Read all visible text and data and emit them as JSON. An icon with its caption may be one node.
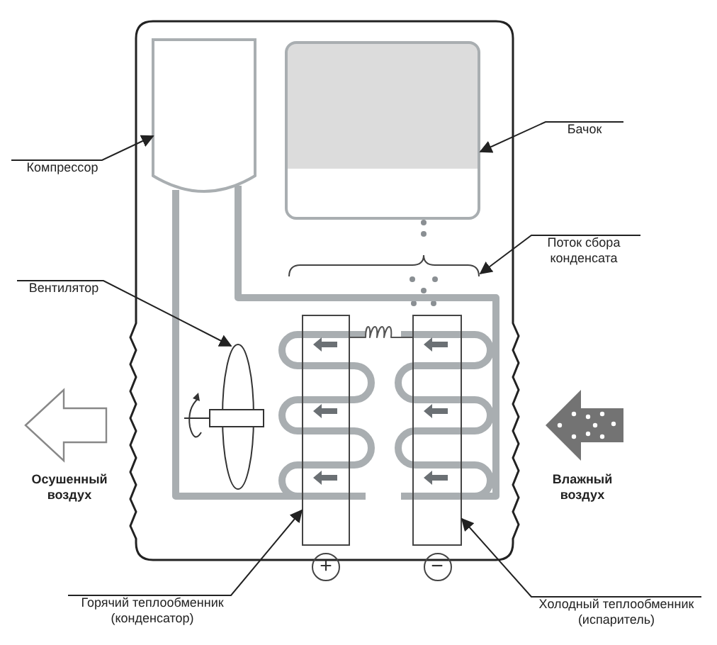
{
  "diagram": {
    "nodes": [
      {
        "text": [
          "Компрессор"
        ]
      },
      {
        "text": [],
        "shape": "box"
      },
      {
        "text": [
          "Бачок"
        ]
      },
      {
        "text": [],
        "shape": "box"
      },
      {
        "text": [
          "Поток сбора конденсата"
        ]
      },
      {
        "text": [],
        "shape": "bracket"
      },
      {
        "text": [
          "Вентилятор"
        ]
      },
      {
        "text": [],
        "shape": "picture"
      },
      {
        "text": [
          "Горячий теплообменник (конденсатор)"
        ]
      },
      {
        "text": [],
        "shape": "box",
        "beside": [
          "+"
        ]
      },
      {
        "text": [
          "Холодный теплообменник (испаритель)"
        ]
      },
      {
        "text": [],
        "shape": "box",
        "beside": [
          "−"
        ]
      }
    ],
    "edges": [
      {
        "from": 0,
        "to": 1,
        "arrow": "to"
      },
      {
        "from": 2,
        "to": 3,
        "arrow": "to"
      },
      {
        "from": 4,
        "to": 5,
        "arrow": "to"
      },
      {
        "from": 6,
        "to": 7,
        "arrow": "to"
      },
      {
        "from": 8,
        "to": 9,
        "arrow": "to"
      },
      {
        "from": 10,
        "to": 11,
        "arrow": "to"
      },
      {
        "from": 1,
        "to": 9,
        "arrow": "none",
        "style": "thick",
        "color": "#a9aeb1"
      },
      {
        "from": 1,
        "to": 11,
        "arrow": "none",
        "style": "thick",
        "color": "#a9aeb1"
      },
      {
        "from": 9,
        "to": 11,
        "arrow": "none"
      }
    ],
    "labels": [
      "Осушенный воздух",
      "Влажный воздух"
    ]
  }
}
